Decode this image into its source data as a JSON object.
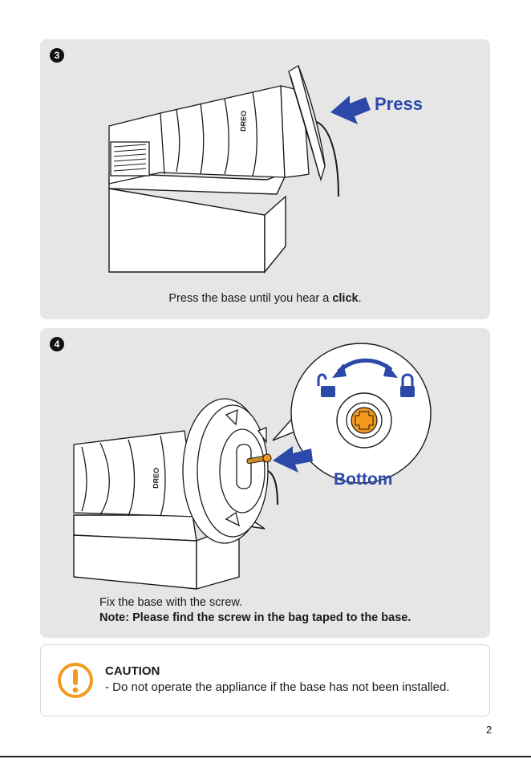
{
  "steps": [
    {
      "number": "3",
      "callout": "Press",
      "brand": "DREO",
      "caption_pre": "Press the base until you hear a ",
      "caption_bold": "click",
      "caption_post": "."
    },
    {
      "number": "4",
      "callout": "Bottom",
      "brand": "DREO",
      "caption": "Fix the base with the screw.",
      "note": "Note: Please find the screw in the bag taped to the base."
    }
  ],
  "caution": {
    "title": "CAUTION",
    "text": "- Do not operate the appliance if the base has not been installed.",
    "icon": "exclamation-circle-icon",
    "accent_color": "#f39a1e"
  },
  "arrow_color": "#2c48a8",
  "page_number": "2"
}
